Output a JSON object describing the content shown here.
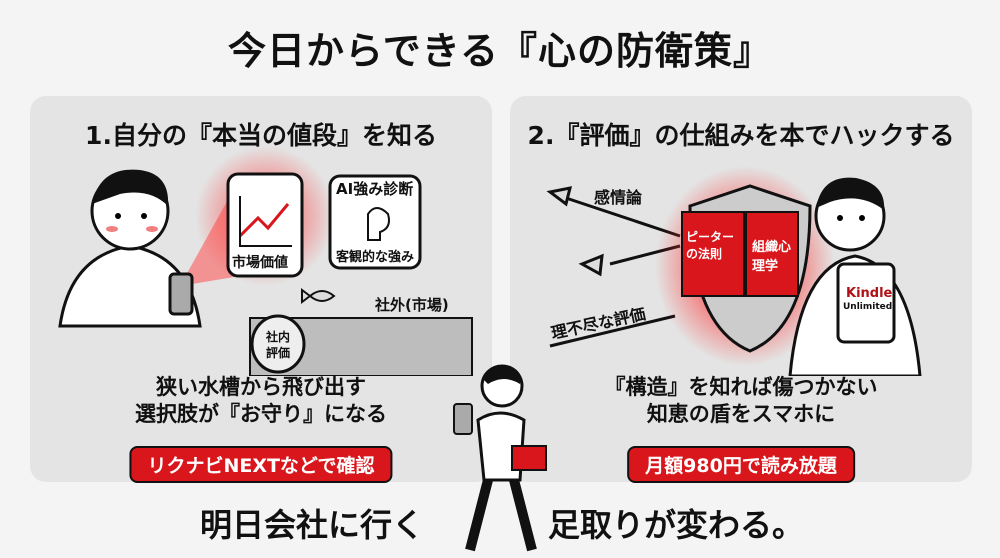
{
  "title": "今日からできる『心の防衛策』",
  "left_panel": {
    "heading": "1.自分の『本当の値段』を知る",
    "phone_label": "市場価値",
    "bubble_title": "AI強み診断",
    "bubble_caption": "客観的な強み",
    "outside_label": "社外(市場)",
    "bowl_label_1": "社内",
    "bowl_label_2": "評価",
    "body_lines": [
      "狭い水槽から飛び出す",
      "選択肢が『お守り』になる"
    ],
    "cta": "リクナビNEXTなどで確認"
  },
  "right_panel": {
    "heading": "2.『評価』の仕組みを本でハックする",
    "arrow_label_1": "感情論",
    "arrow_label_2": "理不尽な評価",
    "book_left": "ピーターの法則",
    "book_right": "組織心理学",
    "tablet_brand": "Kindle",
    "tablet_sub": "Unlimited",
    "body_lines": [
      "『構造』を知れば傷つかない",
      "知恵の盾をスマホに"
    ],
    "cta": "月額980円で読み放題"
  },
  "footer": {
    "left": "明日会社に行く",
    "right": "足取りが変わる。"
  },
  "colors": {
    "accent": "#d9161c",
    "panel": "#e4e4e4",
    "background": "#f4f4f4"
  }
}
